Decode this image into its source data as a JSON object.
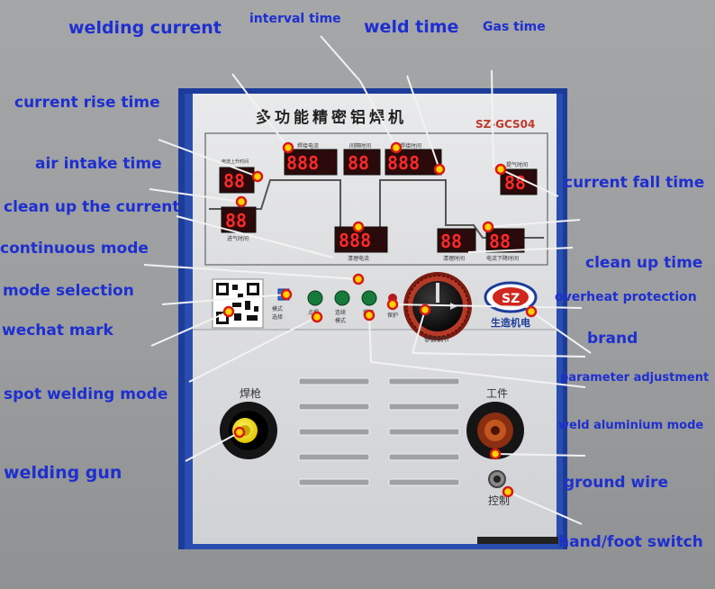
{
  "machine": {
    "title_cn": "多功能精密铝焊机",
    "model": "SZ-GCS04",
    "brand_cn": "生造机电",
    "logo_text": "SZ",
    "panel_labels": {
      "rise_time": "电流上升时间",
      "weld_current": "焊接电流",
      "interval_time": "间隔时间",
      "weld_time": "焊接时间",
      "gas_time": "提气时间",
      "intake_time": "进气时间",
      "cleanup_current": "清理电流",
      "cleanup_time": "清理时间",
      "fall_time": "电流下降时间",
      "mode_select": "模式选择",
      "spot_mode": "点焊",
      "continuous_mode": "连续模式",
      "aluminium_mode": "焊铝",
      "protection": "保护",
      "param_adjust": "参数调节",
      "gun": "焊枪",
      "workpiece": "工件",
      "control": "控制"
    }
  },
  "callouts": {
    "welding_current": "welding current",
    "interval_time": "interval time",
    "weld_time": "weld time",
    "gas_time": "Gas time",
    "current_rise_time": "current rise time",
    "air_intake_time": "air intake time",
    "clean_up_current": "clean up the current",
    "continuous_mode": "continuous mode",
    "mode_selection": "mode selection",
    "wechat_mark": "wechat mark",
    "spot_welding_mode": "spot welding mode",
    "welding_gun": "welding gun",
    "current_fall_time": "current fall time",
    "clean_up_time": "clean up time",
    "overheat_protection": "overheat protection",
    "brand": "brand",
    "parameter_adjustment": "parameter adjustment",
    "weld_aluminium_mode": "weld aluminium mode",
    "ground_wire": "ground wire",
    "hand_foot_switch": "hand/foot switch"
  }
}
